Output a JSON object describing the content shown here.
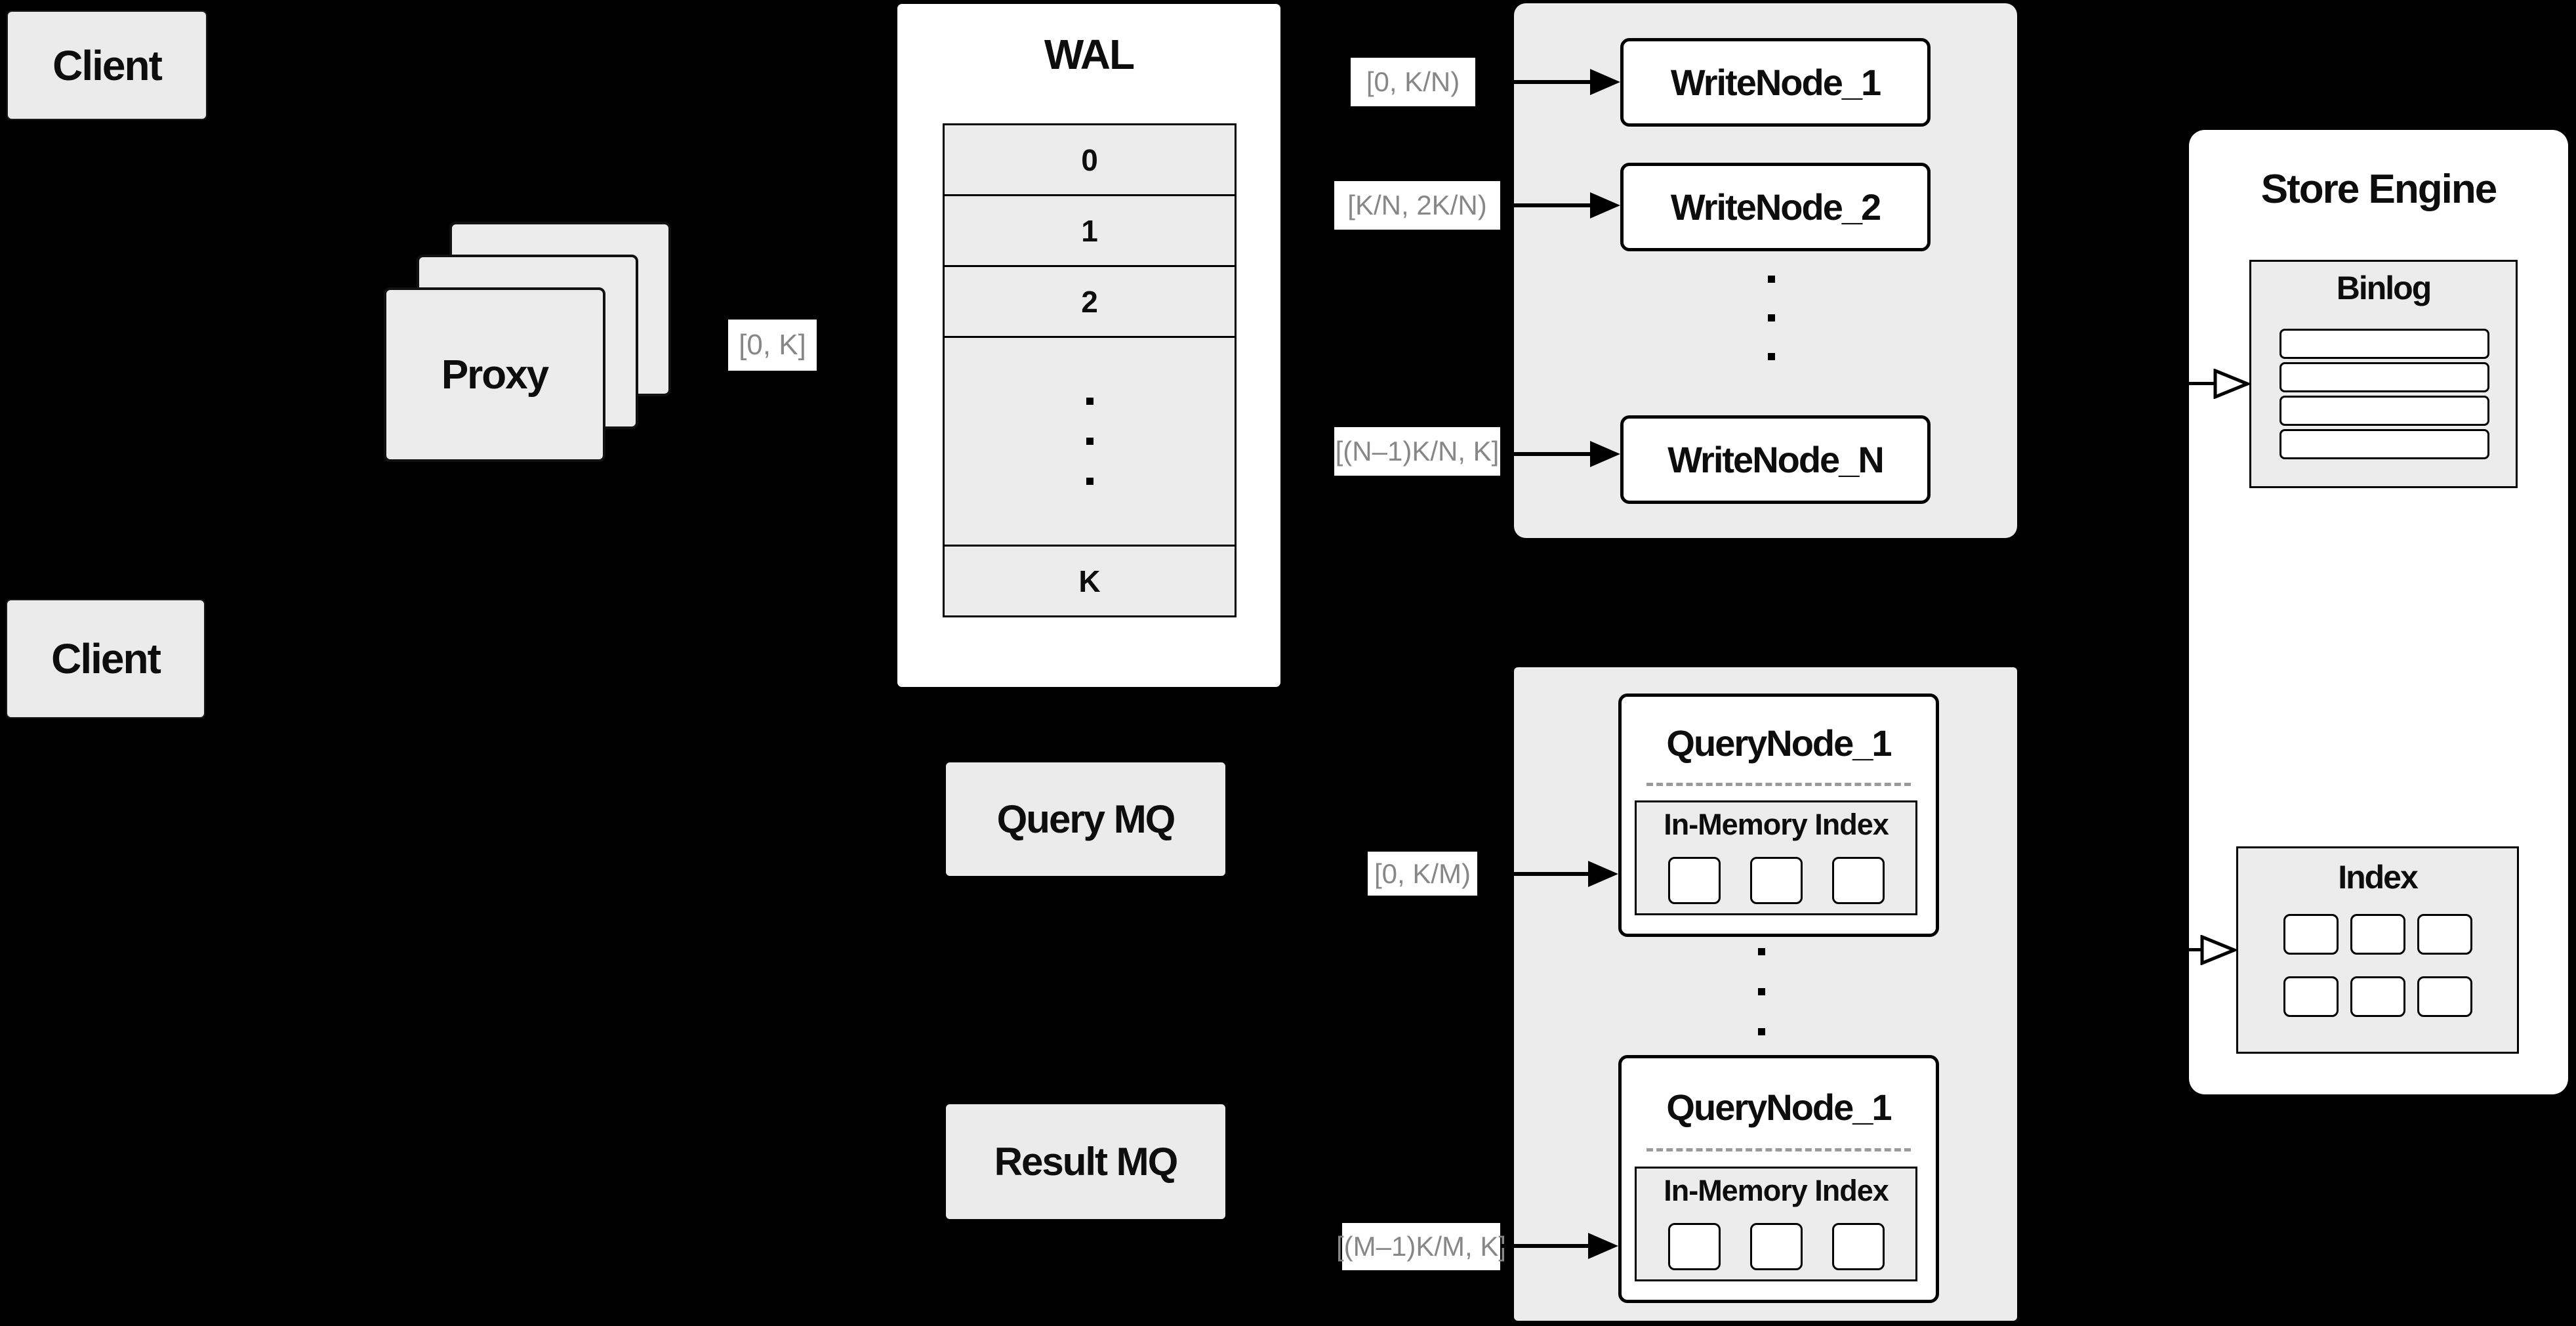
{
  "colors": {
    "background": "#000000",
    "panel_gray": "#ececec",
    "node_gray": "#ebebeb",
    "node_white": "#ffffff",
    "line_black": "#000000",
    "range_label_text": "#878787",
    "dashed_separator": "#9a9a9a"
  },
  "clients": {
    "top_label": "Client",
    "bottom_label": "Client"
  },
  "proxy": {
    "label": "Proxy",
    "range_label": "[0, K]"
  },
  "wal": {
    "title": "WAL",
    "rows": [
      "0",
      "1",
      "2"
    ],
    "last_row": "K"
  },
  "write_nodes": {
    "items": [
      {
        "range": "[0, K/N)",
        "name": "WriteNode_1"
      },
      {
        "range": "[K/N, 2K/N)",
        "name": "WriteNode_2"
      },
      {
        "range": "[(N–1)K/N, K]",
        "name": "WriteNode_N"
      }
    ]
  },
  "mq": {
    "query_label": "Query MQ",
    "result_label": "Result MQ"
  },
  "query_nodes": {
    "items": [
      {
        "range": "[0, K/M)",
        "name": "QueryNode_1",
        "inner_title": "In-Memory Index"
      },
      {
        "range": "[(M–1)K/M, K]",
        "name": "QueryNode_1",
        "inner_title": "In-Memory Index"
      }
    ]
  },
  "store_engine": {
    "title": "Store Engine",
    "binlog_title": "Binlog",
    "index_title": "Index"
  }
}
